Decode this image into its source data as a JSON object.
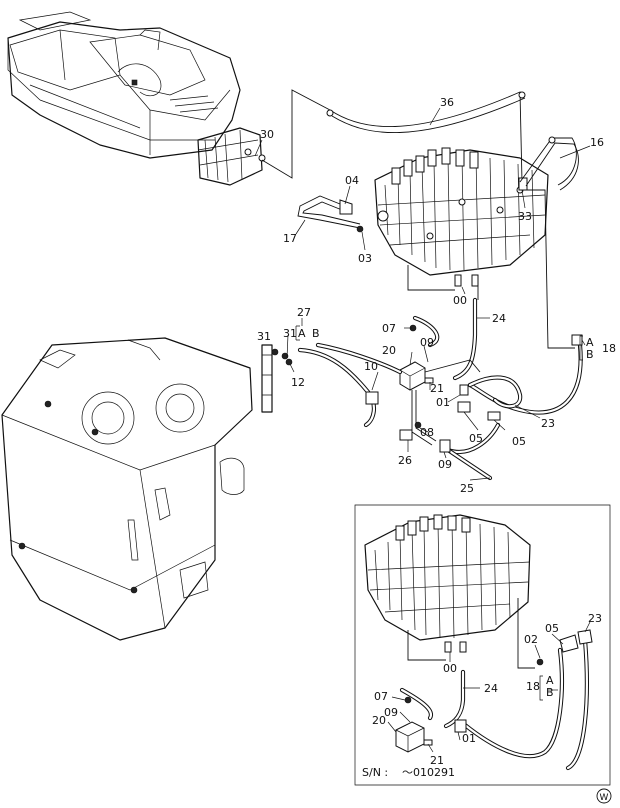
{
  "labels": {
    "p36": "36",
    "p30": "30",
    "p16": "16",
    "p04": "04",
    "p17": "17",
    "p03": "03",
    "p33": "33",
    "p00": "00",
    "p27": "27",
    "pA": "A",
    "pB": "B",
    "p31a": "31",
    "p31b": "31",
    "p07": "07",
    "p24": "24",
    "p18": "18",
    "p20": "20",
    "p09": "09",
    "p12": "12",
    "p10": "10",
    "p21": "21",
    "p01": "01",
    "p23": "23",
    "p08": "08",
    "p05a": "05",
    "p05b": "05",
    "p26": "26",
    "p09b": "09",
    "p25": "25"
  },
  "inset_labels": {
    "p00": "00",
    "p02": "02",
    "p05": "05",
    "p23": "23",
    "p18": "18",
    "pA": "A",
    "pB": "B",
    "p24": "24",
    "p07": "07",
    "p09": "09",
    "p20": "20",
    "p01": "01",
    "p21": "21"
  },
  "serial": {
    "prefix": "S/N :",
    "value": "～010291"
  },
  "corner_mark": "W"
}
